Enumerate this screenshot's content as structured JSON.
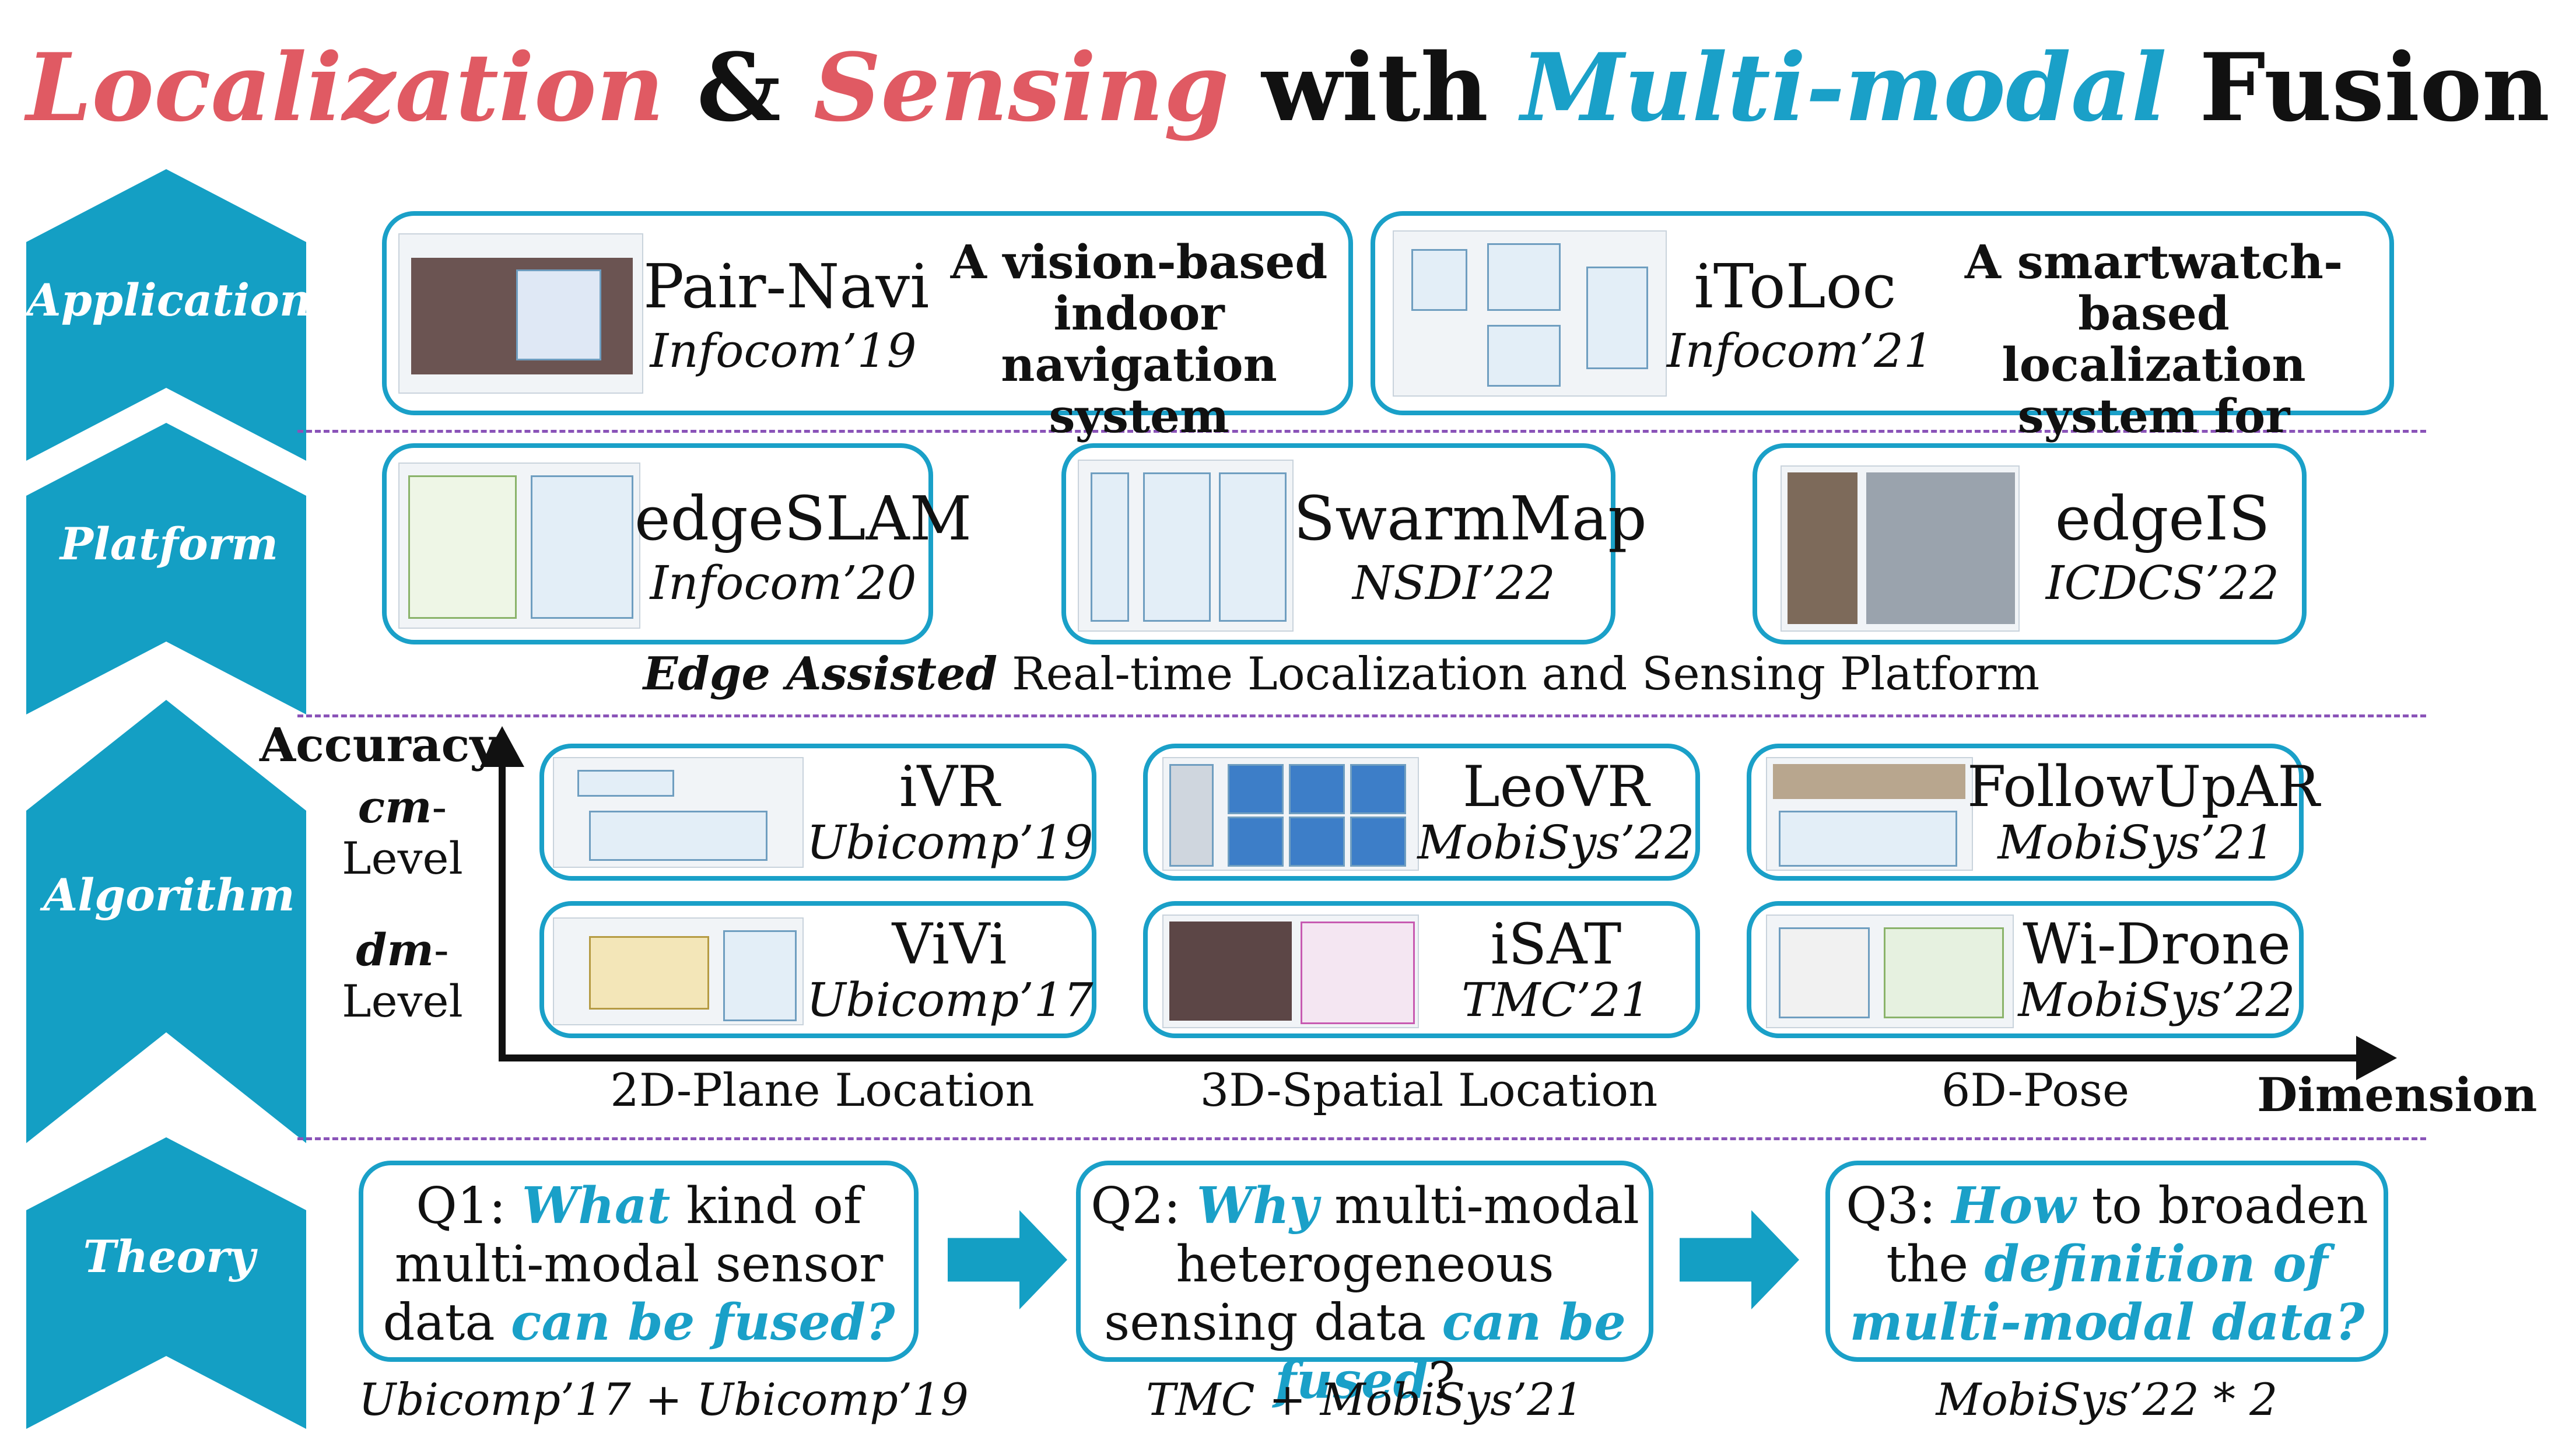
{
  "title": {
    "part1": "Localization",
    "part2": "&",
    "part3": "Sensing",
    "part4": "with",
    "part5": "Multi-modal",
    "part6": "Fusion"
  },
  "stages": {
    "application": "Application",
    "platform": "Platform",
    "algorithm": "Algorithm",
    "theory": "Theory"
  },
  "application": {
    "pairnavi": {
      "name": "Pair-Navi",
      "venue": "Infocom’19",
      "desc": "A vision-based indoor navigation system"
    },
    "itoloc": {
      "name": "iToLoc",
      "venue": "Infocom’21",
      "desc": "A smartwatch-based localization system for children"
    }
  },
  "platform": {
    "edgeslam": {
      "name": "edgeSLAM",
      "venue": "Infocom’20"
    },
    "swarmmap": {
      "name": "SwarmMap",
      "venue": "NSDI’22"
    },
    "edgeis": {
      "name": "edgeIS",
      "venue": "ICDCS’22"
    },
    "caption_emph": "Edge Assisted",
    "caption_rest": "Real-time Localization and Sensing Platform"
  },
  "algorithm": {
    "y_label": "Accuracy",
    "x_label": "Dimension",
    "level_cm_prefix": "cm",
    "level_cm_suffix": "-",
    "level_cm_word": "Level",
    "level_dm_prefix": "dm",
    "level_dm_suffix": "-",
    "level_dm_word": "Level",
    "dim_2d": "2D-Plane Location",
    "dim_3d": "3D-Spatial Location",
    "dim_6d": "6D-Pose",
    "ivr": {
      "name": "iVR",
      "venue": "Ubicomp’19"
    },
    "leovr": {
      "name": "LeoVR",
      "venue": "MobiSys’22"
    },
    "followupar": {
      "name": "FollowUpAR",
      "venue": "MobiSys’21"
    },
    "vivi": {
      "name": "ViVi",
      "venue": "Ubicomp’17"
    },
    "isat": {
      "name": "iSAT",
      "venue": "TMC’21"
    },
    "widrone": {
      "name": "Wi-Drone",
      "venue": "MobiSys’22"
    }
  },
  "theory": {
    "q1": {
      "p1": "Q1: ",
      "h1": "What",
      "p2": " kind of multi-modal sensor data ",
      "h2": "can be fused?",
      "p3": "",
      "venue": "Ubicomp’17 + Ubicomp’19"
    },
    "q2": {
      "p1": "Q2: ",
      "h1": "Why",
      "p2": " multi-modal heterogeneous sensing data ",
      "h2": "can be fused",
      "p3": "?",
      "venue": "TMC + MobiSys’21"
    },
    "q3": {
      "p1": "Q3: ",
      "h1": "How",
      "p2": " to broaden the ",
      "h2": "definition of multi-modal data?",
      "p3": "",
      "venue": "MobiSys’22 * 2"
    }
  },
  "colors": {
    "accent_blue": "#1aa0c8",
    "accent_red": "#e05a63",
    "chevron": "#149fc4",
    "divider": "#8a53b8"
  }
}
